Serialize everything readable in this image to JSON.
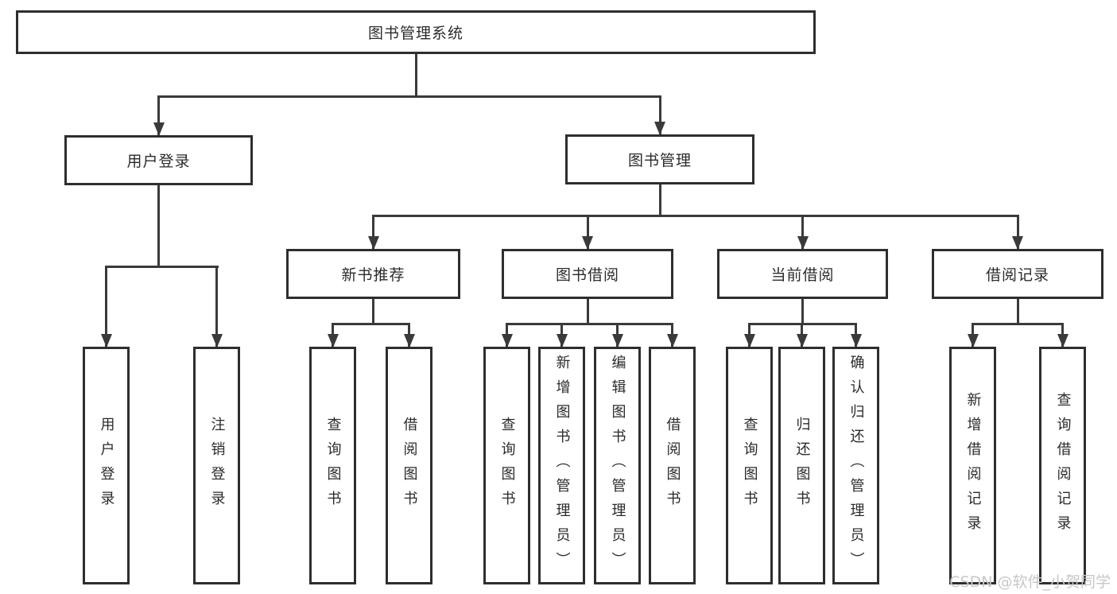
{
  "watermark": "CSDN @软件_小贺同学",
  "colors": {
    "line": "#3a3a3c",
    "box_border": "#2e2e30",
    "text": "#2b2b2b",
    "watermark": "#c7c7c7",
    "background": "#ffffff"
  },
  "tree": {
    "root": {
      "label": "图书管理系统"
    },
    "branches": [
      {
        "label": "用户登录",
        "leaves": [
          {
            "label": "用户登录"
          },
          {
            "label": "注销登录"
          }
        ]
      },
      {
        "label": "图书管理",
        "sections": [
          {
            "label": "新书推荐",
            "leaves": [
              {
                "label": "查询图书"
              },
              {
                "label": "借阅图书"
              }
            ]
          },
          {
            "label": "图书借阅",
            "leaves": [
              {
                "label": "查询图书"
              },
              {
                "label": "新增图书（管理员）"
              },
              {
                "label": "编辑图书（管理员）"
              },
              {
                "label": "借阅图书"
              }
            ]
          },
          {
            "label": "当前借阅",
            "leaves": [
              {
                "label": "查询图书"
              },
              {
                "label": "归还图书"
              },
              {
                "label": "确认归还（管理员）"
              }
            ]
          },
          {
            "label": "借阅记录",
            "leaves": [
              {
                "label": "新增借阅记录"
              },
              {
                "label": "查询借阅记录"
              }
            ]
          }
        ]
      }
    ]
  }
}
